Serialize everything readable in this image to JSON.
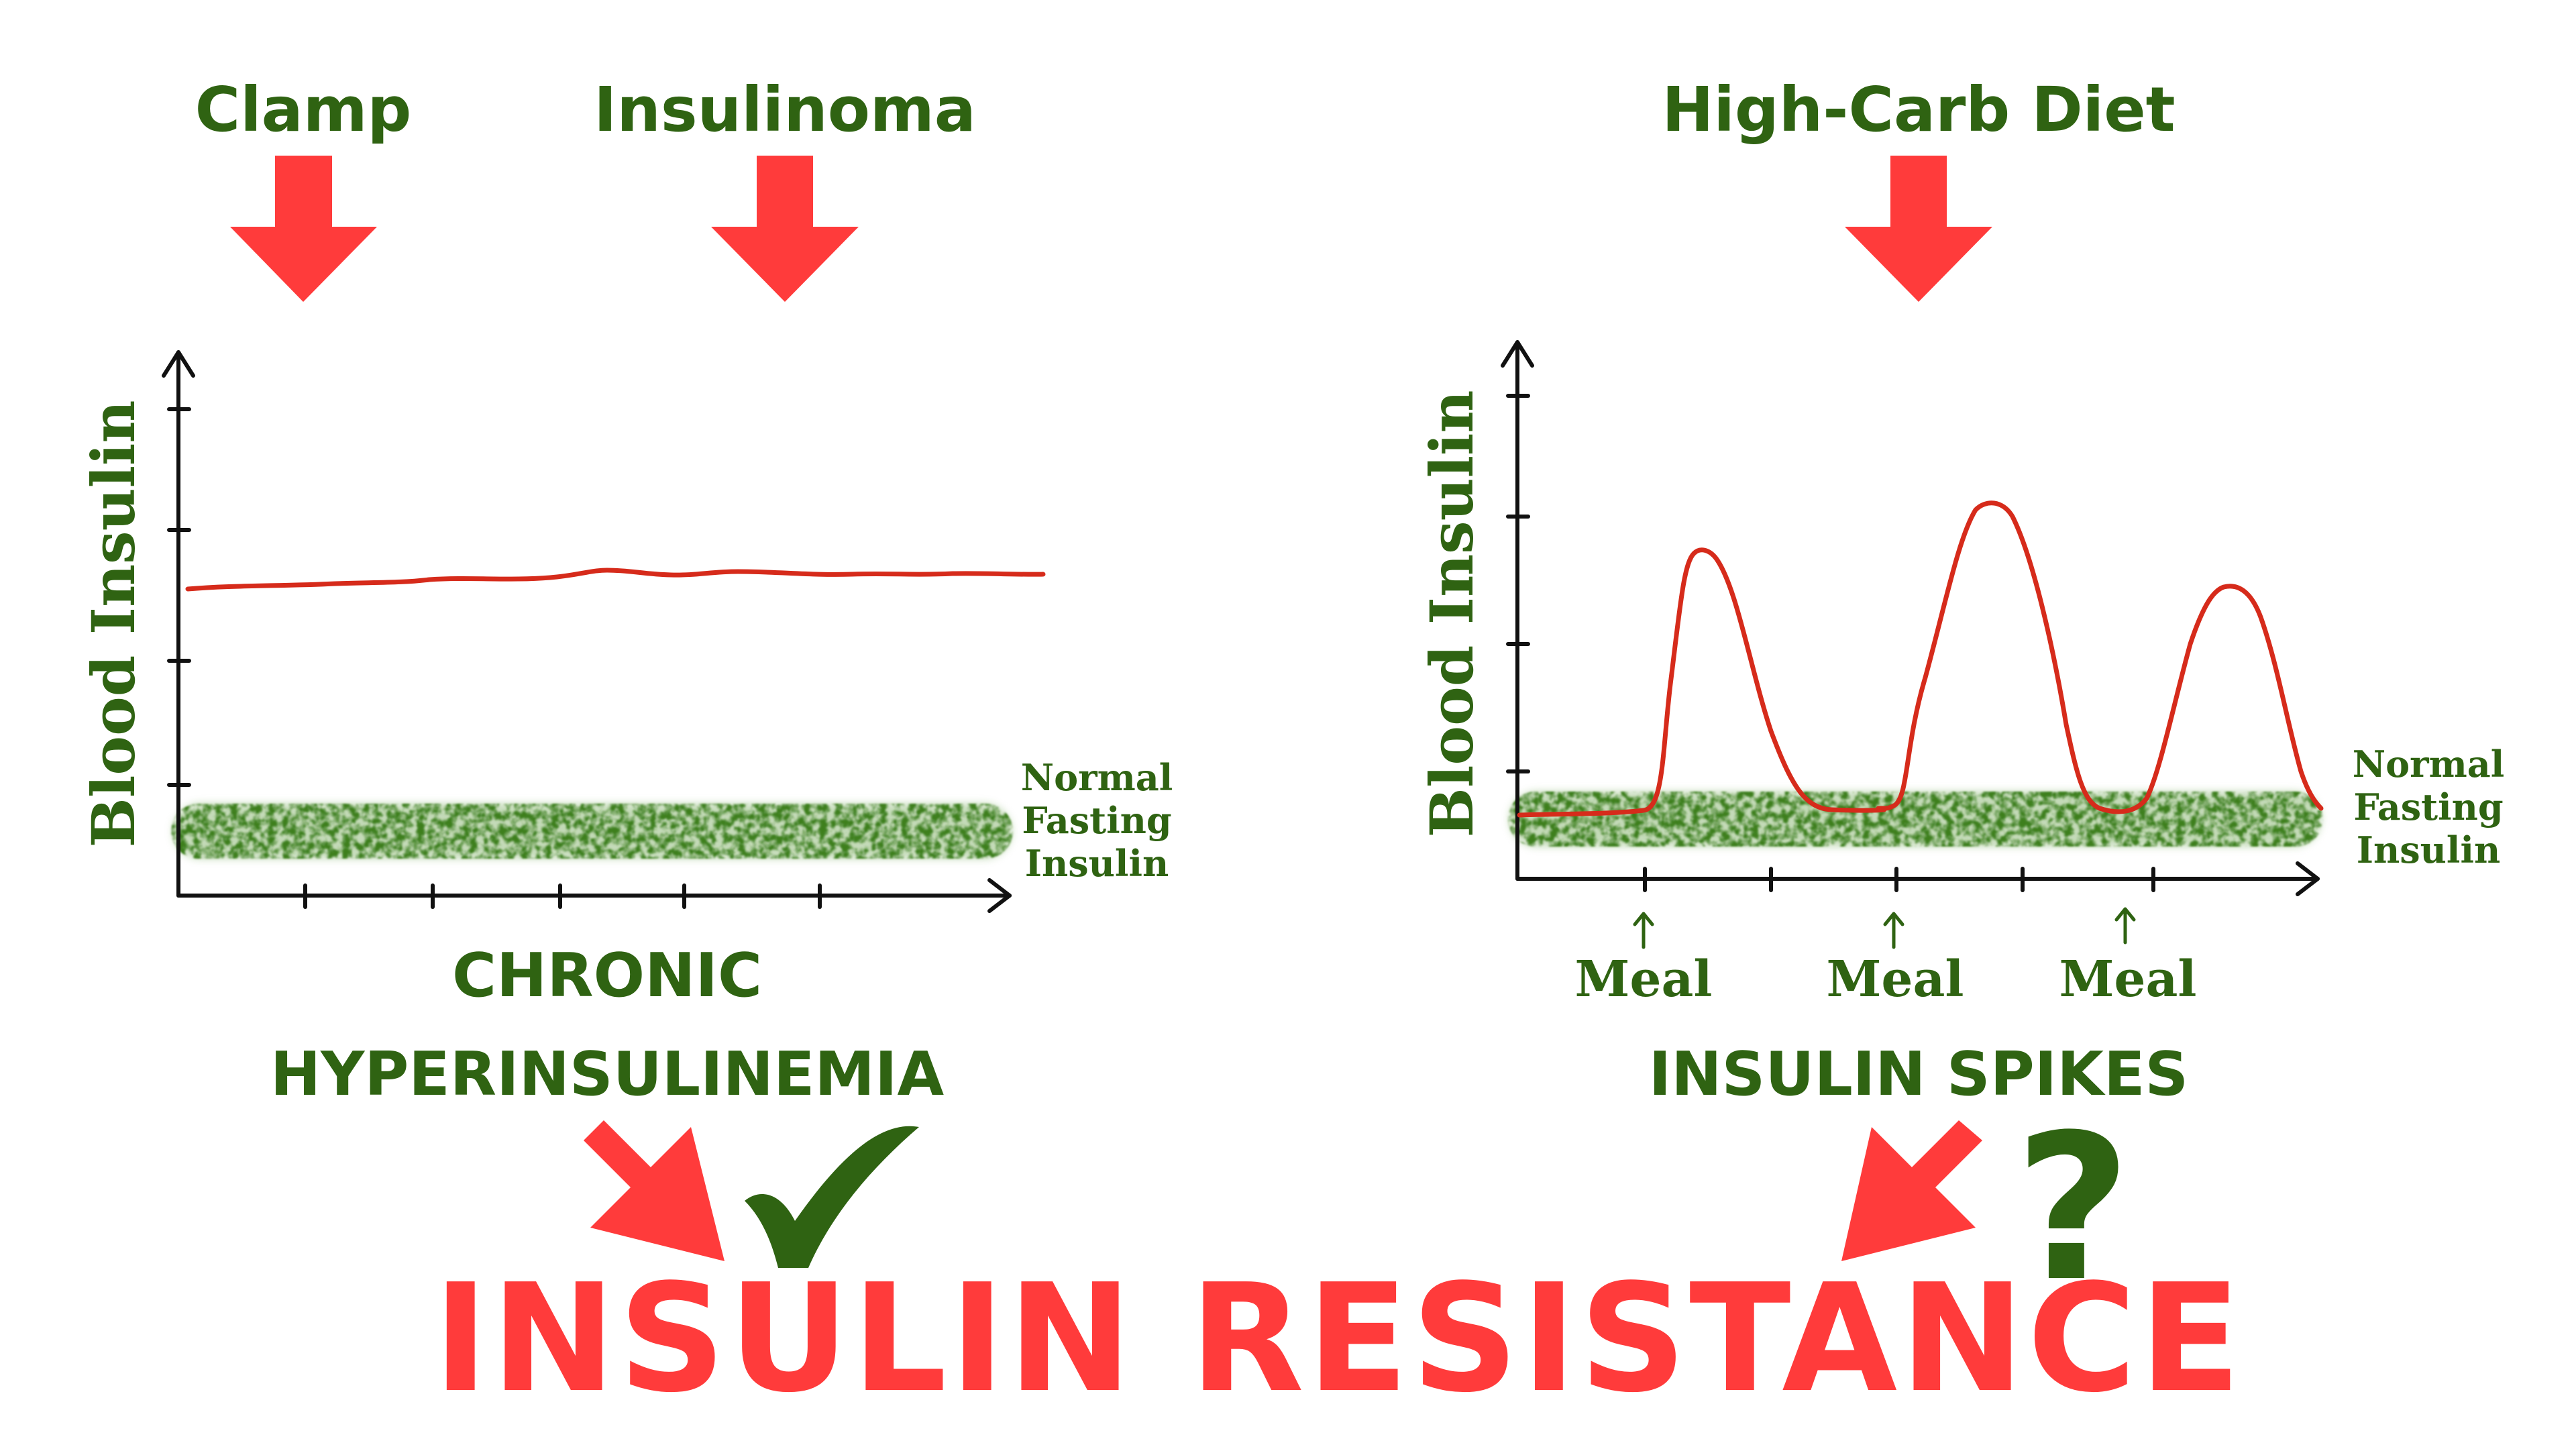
{
  "colors": {
    "green": "#2f6312",
    "red": "#ff3b3b",
    "curve": "#d62b1b",
    "axis": "#111111",
    "band": "#3c7f1e"
  },
  "left_panel": {
    "cause_labels": [
      "Clamp",
      "Insulinoma"
    ],
    "y_axis_label": "Blood Insulin",
    "band_label": [
      "Normal",
      "Fasting",
      "Insulin"
    ],
    "title_lines": [
      "CHRONIC",
      "HYPERINSULINEMIA"
    ],
    "pattern": "constant high insulin above normal fasting range",
    "verdict_icon": "checkmark-icon"
  },
  "right_panel": {
    "cause_label": "High-Carb Diet",
    "y_axis_label": "Blood Insulin",
    "band_label": [
      "Normal",
      "Fasting",
      "Insulin"
    ],
    "meal_labels": [
      "Meal",
      "Meal",
      "Meal"
    ],
    "title": "INSULIN SPIKES",
    "pattern": "three post-meal spikes returning to normal fasting range",
    "verdict_icon": "question-mark-icon"
  },
  "outcome": {
    "label": "INSULIN RESISTANCE"
  }
}
